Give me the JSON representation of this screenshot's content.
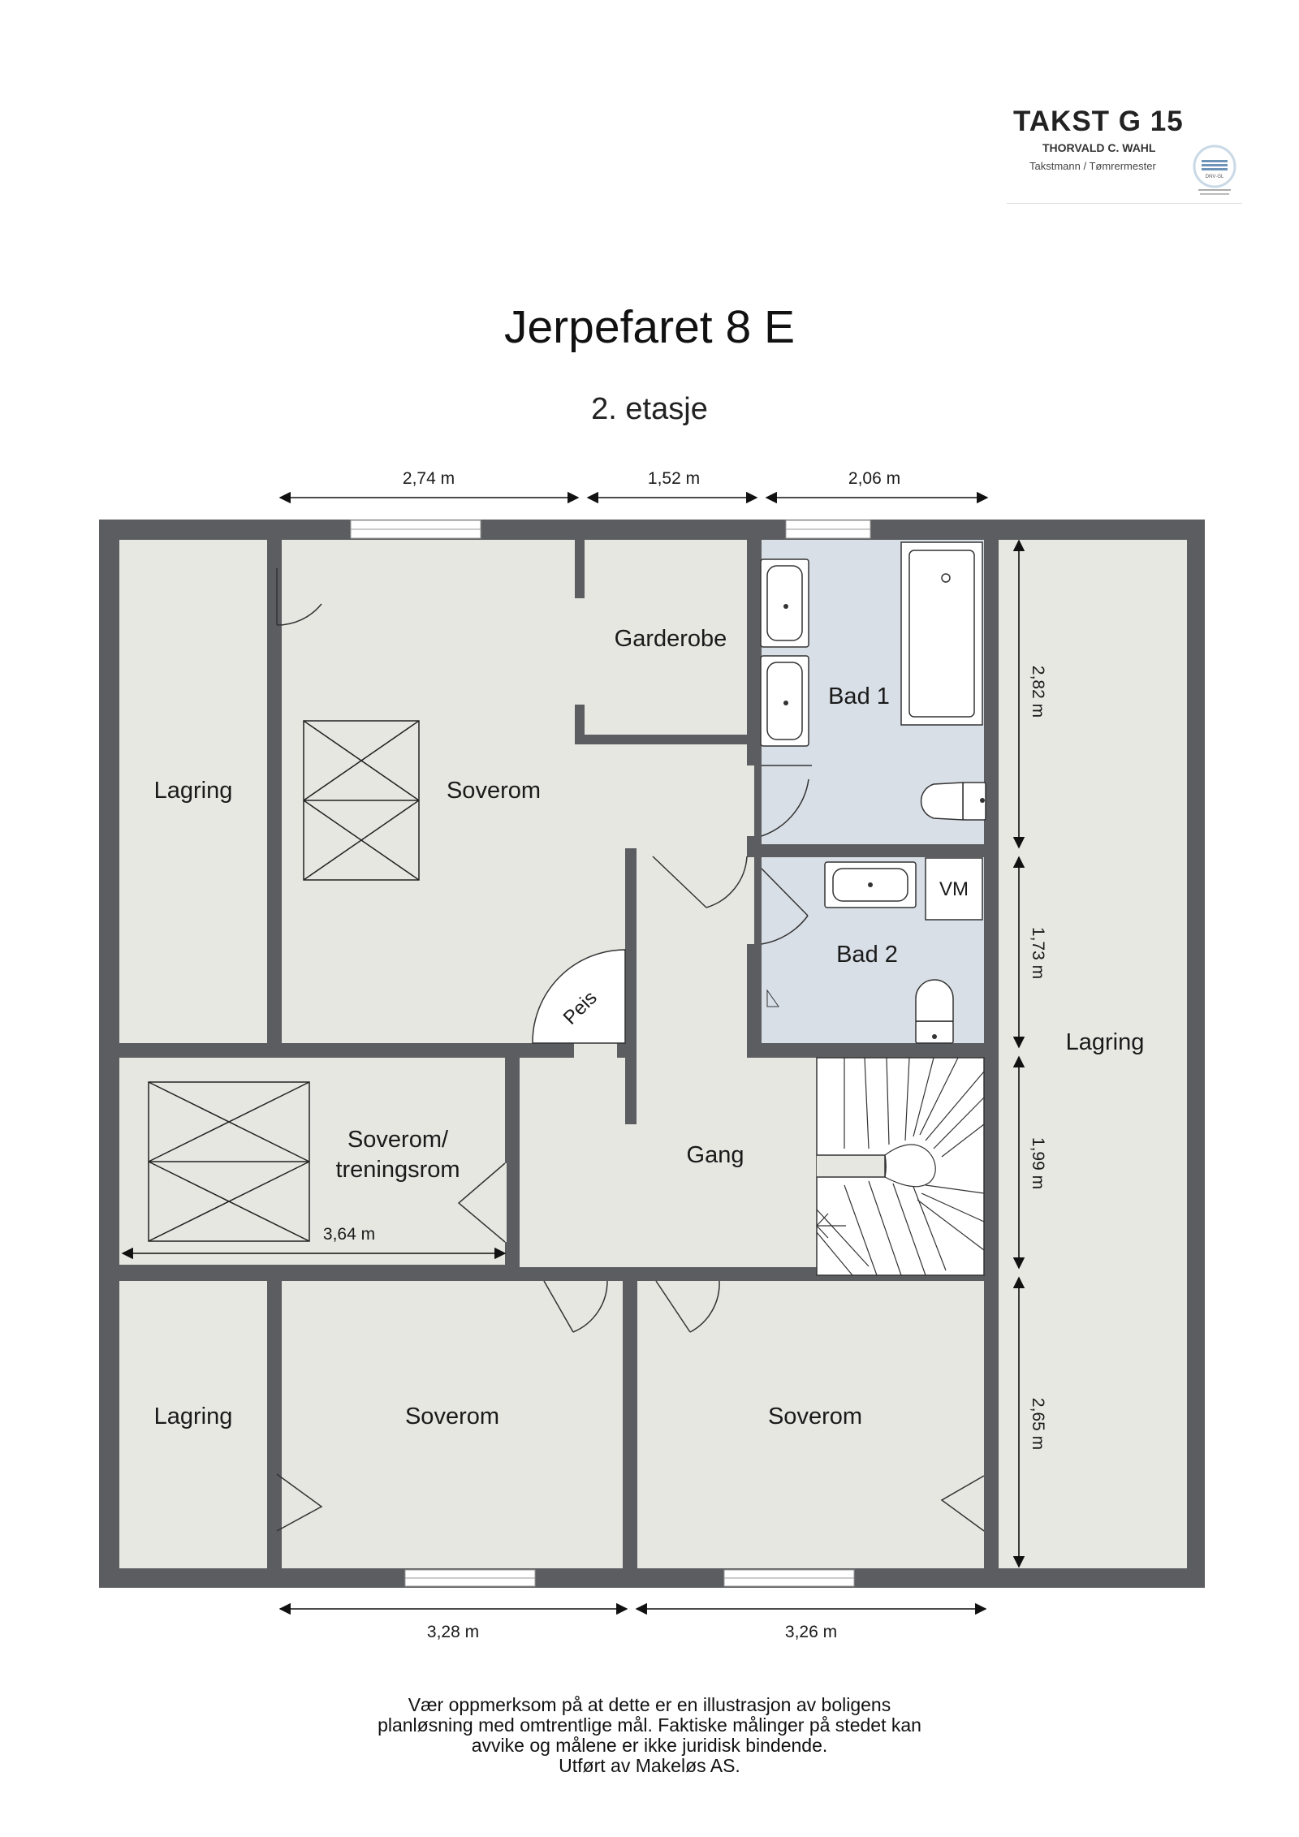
{
  "logo": {
    "title": "TAKST G 15",
    "name": "THORVALD C. WAHL",
    "role": "Takstmann / Tømrermester",
    "seal_text": "DNV·GL"
  },
  "title": "Jerpefaret 8 E",
  "subtitle": "2. etasje",
  "rooms": {
    "lagring_top_left": "Lagring",
    "soverom_top": "Soverom",
    "garderobe": "Garderobe",
    "bad1": "Bad 1",
    "bad2": "Bad 2",
    "vm": "VM",
    "peis": "Peis",
    "lagring_right": "Lagring",
    "soverom_trening_line1": "Soverom/",
    "soverom_trening_line2": "treningsrom",
    "gang": "Gang",
    "lagring_bottom_left": "Lagring",
    "soverom_bottom_left": "Soverom",
    "soverom_bottom_right": "Soverom"
  },
  "dimensions": {
    "top_1": "2,74 m",
    "top_2": "1,52 m",
    "top_3": "2,06 m",
    "right_1": "2,82 m",
    "right_2": "1,73 m",
    "right_3": "1,99 m",
    "right_4": "2,65 m",
    "inner": "3,64 m",
    "bottom_1": "3,28 m",
    "bottom_2": "3,26 m"
  },
  "colors": {
    "wall": "#5b5d60",
    "floor": "#e6e7e1",
    "bathroom": "#d9dfe7",
    "storage": "#e8e8e3"
  },
  "disclaimer": [
    "Vær oppmerksom på at dette er en illustrasjon av boligens",
    "planløsning med omtrentlige mål. Faktiske målinger på stedet kan",
    "avvike og målene er ikke juridisk bindende.",
    "Utført av Makeløs AS."
  ]
}
